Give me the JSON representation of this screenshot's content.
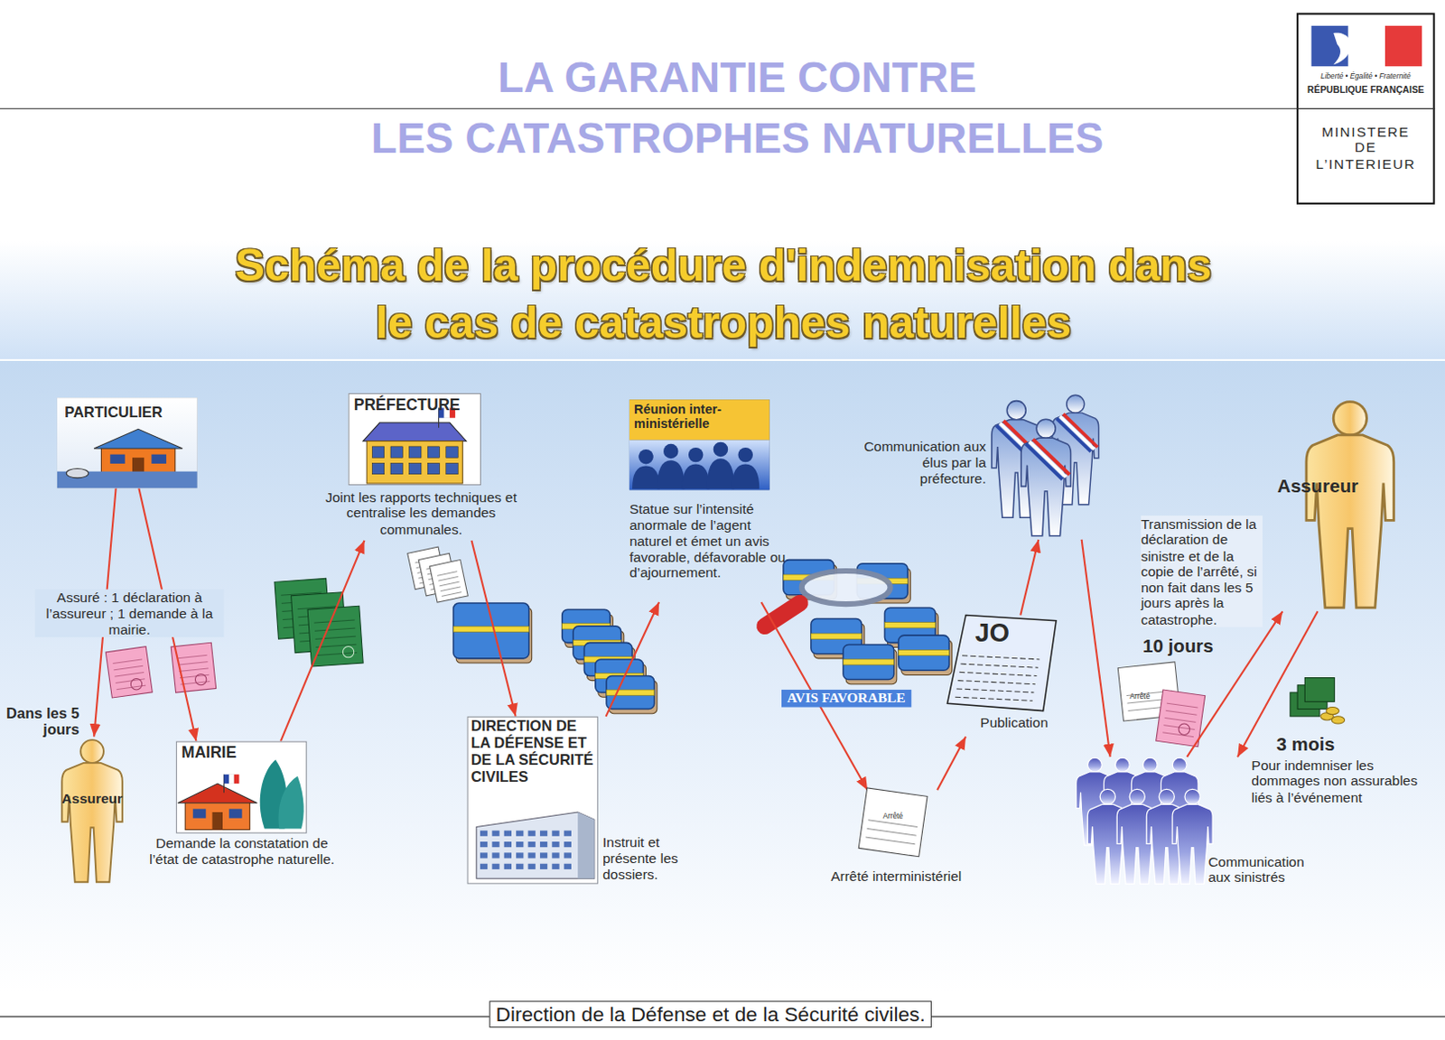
{
  "diagram": {
    "title": "Schéma de la procédure d'indemnisation dans le cas de catastrophes naturelles",
    "caption": "Direction de la Défense et de la Sécurité civiles.",
    "nodes": [
      {
        "text": [
          "PARTICULIER"
        ]
      },
      {
        "text": [
          "PRÉFECTURE",
          "Joint les rapports techniques et centralise les demandes communales."
        ]
      },
      {
        "text": [
          "Réunion inter-ministérielle",
          "Statue sur l’intensité anormale de l’agent naturel et émet un avis favorable, défavorable ou d’ajournement."
        ]
      },
      {
        "text": [
          "Assureur"
        ]
      },
      {
        "text": [
          "MAIRIE",
          "Demande la constatation de l’état de catastrophe naturelle."
        ]
      },
      {
        "text": [
          "DIRECTION DE LA DÉFENSE ET DE LA SÉCURITÉ CIVILES",
          "Instruit et présente les dossiers."
        ]
      },
      {
        "text": [
          "Arrêté",
          "Arrêté interministériel"
        ]
      },
      {
        "text": [
          "JO",
          "Publication"
        ]
      },
      {
        "text": [
          "Communication aux élus par la préfecture."
        ]
      },
      {
        "text": [
          "Assureur"
        ]
      },
      {
        "text": [
          "Communication aux sinistrés"
        ]
      },
      {
        "text": [
          "Liberté • Égalité • Fraternité",
          "RÉPUBLIQUE FRANÇAISE",
          "MINISTERE DE L’INTERIEUR"
        ]
      }
    ],
    "edges": [
      {
        "from": 0,
        "to": 3,
        "arrow": "to"
      },
      {
        "from": 0,
        "to": 4,
        "arrow": "to"
      },
      {
        "from": 4,
        "to": 1,
        "arrow": "to"
      },
      {
        "from": 1,
        "to": 5,
        "arrow": "to"
      },
      {
        "from": 5,
        "to": 2,
        "arrow": "to"
      },
      {
        "from": 2,
        "to": 6,
        "arrow": "to"
      },
      {
        "from": 6,
        "to": 7,
        "arrow": "to"
      },
      {
        "from": 7,
        "to": 8,
        "arrow": "to"
      },
      {
        "from": 8,
        "to": 10,
        "arrow": "to"
      },
      {
        "from": 10,
        "to": 9,
        "arrow": "to"
      },
      {
        "from": 9,
        "to": 10,
        "arrow": "to"
      }
    ],
    "labels": [
      "LA GARANTIE CONTRE",
      "LES CATASTROPHES NATURELLES",
      "Assuré : 1 déclaration à l’assureur ; 1 demande à la mairie.",
      "Dans les 5 jours",
      "AVIS FAVORABLE",
      "Transmission de la déclaration de sinistre et de la copie de l’arrêté, si non fait dans les 5 jours après la catastrophe.",
      "10 jours",
      "Arrêté",
      "3 mois",
      "Pour indemniser les dommages non assurables liés à l’événement"
    ]
  }
}
